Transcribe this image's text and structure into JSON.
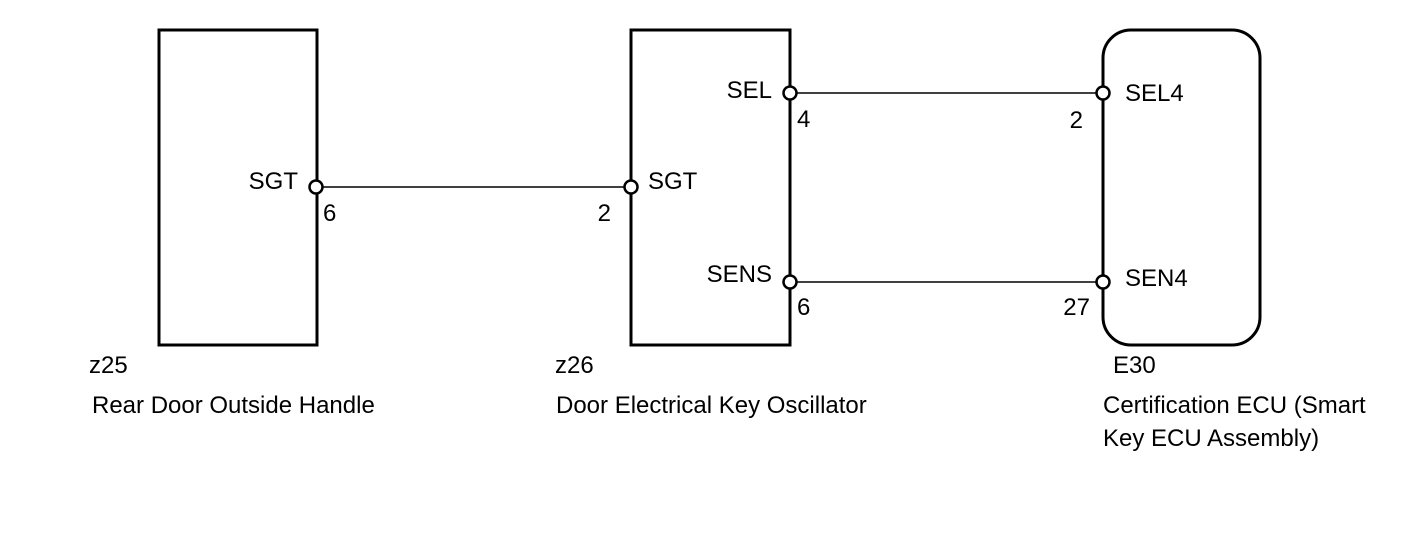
{
  "components": {
    "z25": {
      "id": "z25",
      "name": "Rear Door Outside Handle",
      "pins": {
        "sgt": {
          "label": "SGT",
          "number": "6"
        }
      }
    },
    "z26": {
      "id": "z26",
      "name": "Door Electrical Key Oscillator",
      "pins": {
        "sel": {
          "label": "SEL",
          "number": "4"
        },
        "sgt": {
          "label": "SGT",
          "number": "2"
        },
        "sens": {
          "label": "SENS",
          "number": "6"
        }
      }
    },
    "e30": {
      "id": "E30",
      "name_line1": "Certification ECU (Smart",
      "name_line2": "Key ECU Assembly)",
      "pins": {
        "sel4": {
          "label": "SEL4",
          "number": "2"
        },
        "sen4": {
          "label": "SEN4",
          "number": "27"
        }
      }
    }
  },
  "connections": [
    {
      "from": "z25.SGT",
      "to": "z26.SGT"
    },
    {
      "from": "z26.SEL",
      "to": "E30.SEL4"
    },
    {
      "from": "z26.SENS",
      "to": "E30.SEN4"
    }
  ]
}
